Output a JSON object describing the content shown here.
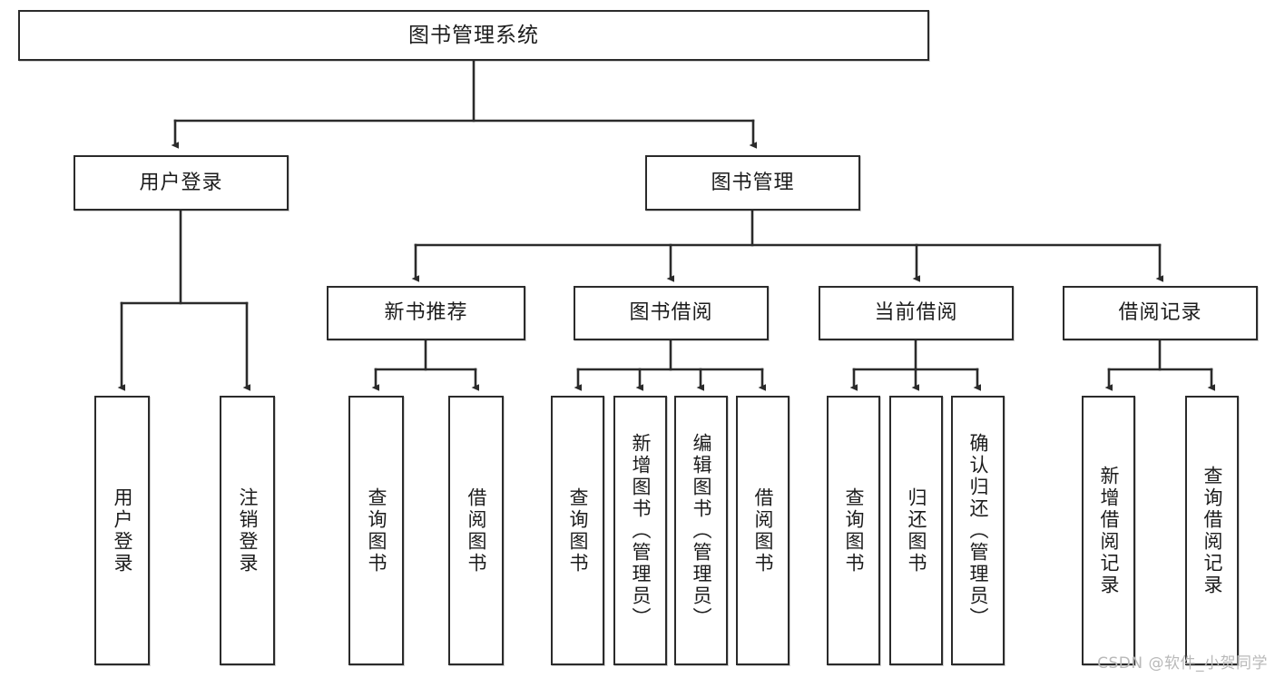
{
  "diagram": {
    "title": "图书管理系统",
    "watermark": "CSDN @软件_小贺同学",
    "colors": {
      "box_border": "#2b2b2b",
      "box_fill": "#ffffff",
      "connector": "#2b2b2b",
      "text": "#1c1c1c",
      "watermark": "#b9b9b9"
    },
    "root": {
      "label": "图书管理系统"
    },
    "level2": [
      {
        "label": "用户登录"
      },
      {
        "label": "图书管理"
      }
    ],
    "level3": [
      {
        "label": "新书推荐"
      },
      {
        "label": "图书借阅"
      },
      {
        "label": "当前借阅"
      },
      {
        "label": "借阅记录"
      }
    ],
    "leaves": {
      "user_login": [
        {
          "label": "用户登录"
        },
        {
          "label": "注销登录"
        }
      ],
      "new_book_recommend": [
        {
          "label": "查询图书"
        },
        {
          "label": "借阅图书"
        }
      ],
      "book_borrow": [
        {
          "label": "查询图书"
        },
        {
          "label": "新增图书（管理员）"
        },
        {
          "label": "编辑图书（管理员）"
        },
        {
          "label": "借阅图书"
        }
      ],
      "current_borrow": [
        {
          "label": "查询图书"
        },
        {
          "label": "归还图书"
        },
        {
          "label": "确认归还（管理员）"
        }
      ],
      "borrow_record": [
        {
          "label": "新增借阅记录"
        },
        {
          "label": "查询借阅记录"
        }
      ]
    }
  }
}
